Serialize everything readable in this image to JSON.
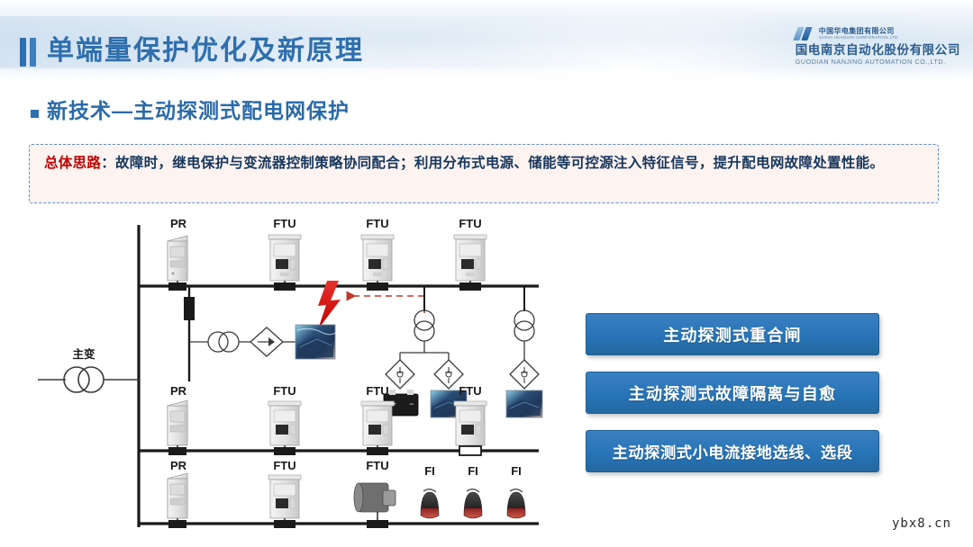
{
  "header": {
    "title": "单端量保护优化及新原理",
    "logo": {
      "cn_small": "中国华电集团有限公司",
      "en_small": "CHINA HUADIAN CORPORATION LTD",
      "cn_large": "国电南京自动化股份有限公司",
      "en_large": "GUODIAN NANJING AUTOMATION CO.,LTD."
    }
  },
  "section": {
    "title": "新技术—主动探测式配电网保护"
  },
  "callout": {
    "keyword": "总体思路",
    "separator": "：",
    "body": "故障时，继电保护与变流器控制策略协同配合；利用分布式电源、储能等可控源注入特征信号，提升配电网故障处置性能。"
  },
  "buttons": [
    {
      "label": "主动探测式重合闸"
    },
    {
      "label": "主动探测式故障隔离与自愈"
    },
    {
      "label": "主动探测式小电流接地选线、选段"
    }
  ],
  "diagram": {
    "main_transformer_label": "主变",
    "feeder1_labels": [
      "PR",
      "FTU",
      "FTU",
      "FTU"
    ],
    "feeder2_labels": [
      "PR",
      "FTU",
      "FTU",
      "FTU"
    ],
    "feeder3_labels": [
      "PR",
      "FTU",
      "FTU",
      "FI",
      "FI",
      "FI"
    ],
    "devices": {
      "pr": "PR",
      "ftu": "FTU",
      "fi": "FI"
    }
  },
  "watermark": "ybx8.cn",
  "colors": {
    "title_blue": "#2f6fae",
    "section_blue": "#2a6aa8",
    "button_blue": "#2874b8",
    "keyword_red": "#c00000",
    "body_navy": "#16365c",
    "fault_red": "#e01b24"
  }
}
